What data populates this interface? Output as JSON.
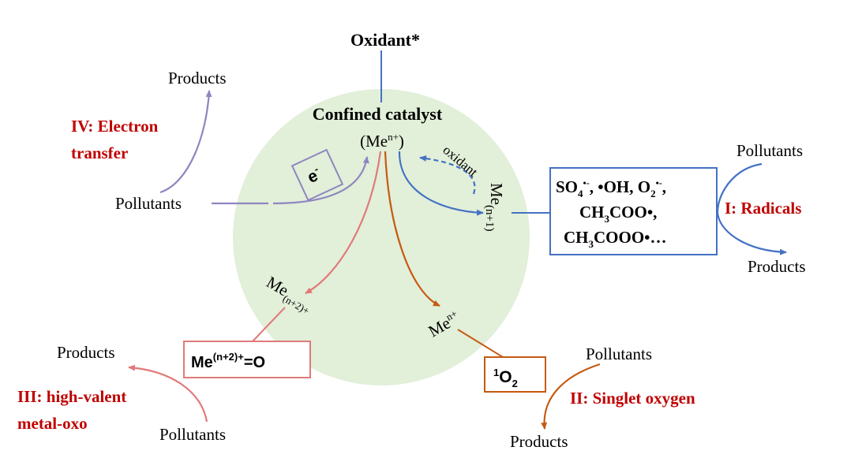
{
  "oxidant": "Oxidant*",
  "catalyst": {
    "title": "Confined catalyst",
    "center_base": "(Me",
    "center_sup": "n+",
    "center_close": ")"
  },
  "labels": {
    "oxidant_small": "oxidant",
    "me_n1_base": "Me",
    "me_n1_sup": "(n+1)",
    "me_n2_base": "Me",
    "me_n2_sup": "(n+2)+",
    "me_n_base": "Me",
    "me_n_sup": "n+",
    "electron": "e",
    "electron_sup": "-"
  },
  "boxes": {
    "radicals": {
      "line1_a": "SO",
      "line1_sub": "4",
      "line1_sup": "•-",
      "line1_b": ", •OH, O",
      "line1_sub2": "2",
      "line1_sup2": "•-",
      "line1_c": ",",
      "line2_a": "CH",
      "line2_sub": "3",
      "line2_b": "COO•,",
      "line3_a": "CH",
      "line3_sub": "3",
      "line3_b": "COOO•…"
    },
    "metal_oxo": {
      "base": "Me",
      "sup": "(n+2)+",
      "tail": "=O"
    },
    "singlet": {
      "sup": "1",
      "base": "O",
      "sub": "2"
    }
  },
  "pathways": {
    "I": {
      "title": "I: Radicals",
      "pollutants": "Pollutants",
      "products": "Products"
    },
    "II": {
      "title": "II: Singlet oxygen",
      "pollutants": "Pollutants",
      "products": "Products"
    },
    "III": {
      "title_line1": "III: high-valent",
      "title_line2": "metal-oxo",
      "pollutants": "Pollutants",
      "products": "Products"
    },
    "IV": {
      "title_line1": "IV: Electron",
      "title_line2": "transfer",
      "pollutants": "Pollutants",
      "products": "Products"
    }
  },
  "colors": {
    "circle_fill": "#e2efd9",
    "blue": "#4472c4",
    "orange": "#c55a11",
    "pink": "#e07a7a",
    "purple": "#8e86c0",
    "dark_red": "#c00000",
    "text": "#000000"
  }
}
